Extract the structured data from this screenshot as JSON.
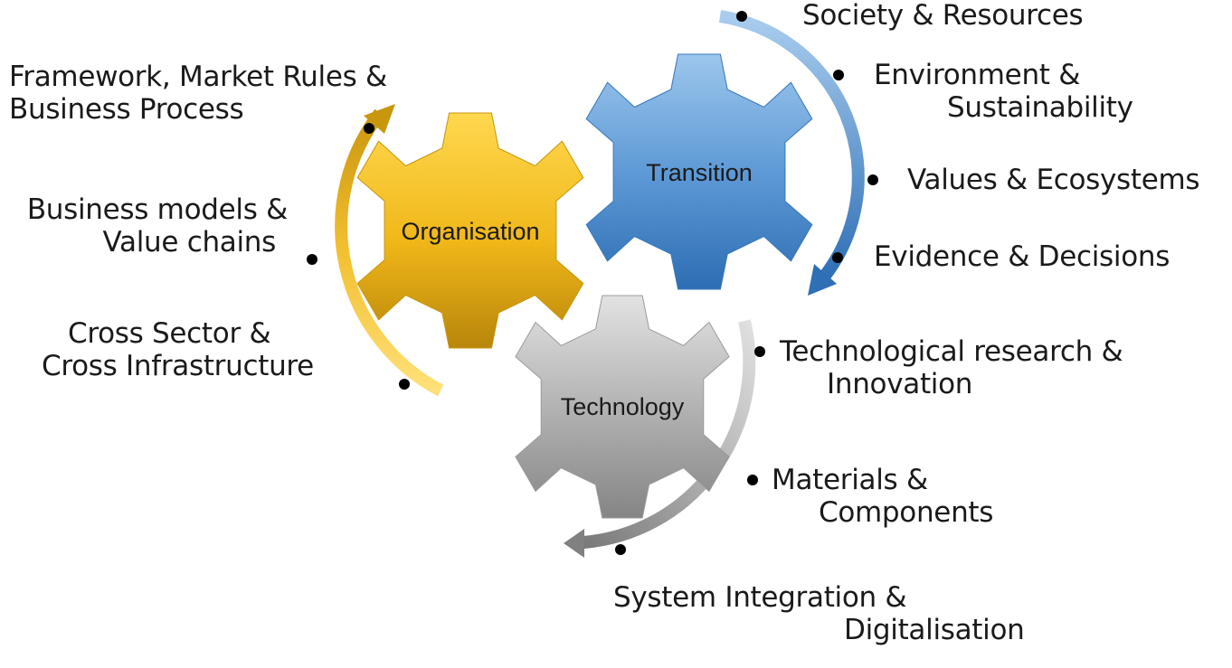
{
  "diagram": {
    "gears": [
      {
        "id": "organisation",
        "label": "Organisation",
        "color_light": "#FFD54A",
        "color_dark": "#C9960E"
      },
      {
        "id": "transition",
        "label": "Transition",
        "color_light": "#8DBDE8",
        "color_dark": "#2E6FB5"
      },
      {
        "id": "technology",
        "label": "Technology",
        "color_light": "#D6D6D6",
        "color_dark": "#7F7F7F"
      }
    ],
    "organisation_items": [
      {
        "line1": "Framework, Market Rules &",
        "line2": "Business Process"
      },
      {
        "line1": "Business models &",
        "line2": "Value chains"
      },
      {
        "line1": "Cross Sector  &",
        "line2": "Cross Infrastructure"
      }
    ],
    "transition_items": [
      {
        "line1": "Society & Resources"
      },
      {
        "line1": "Environment &",
        "line2": "Sustainability"
      },
      {
        "line1": "Values & Ecosystems"
      },
      {
        "line1": "Evidence & Decisions"
      }
    ],
    "technology_items": [
      {
        "line1": "Technological research &",
        "line2": "Innovation"
      },
      {
        "line1": "Materials &",
        "line2": "Components"
      },
      {
        "line1": "System Integration &",
        "line2": "Digitalisation"
      }
    ],
    "colors": {
      "organisation_arc": "#E8B526",
      "transition_arc": "#4A8CCB",
      "technology_arc": "#A9A9A9",
      "bullet": "#000000"
    }
  }
}
